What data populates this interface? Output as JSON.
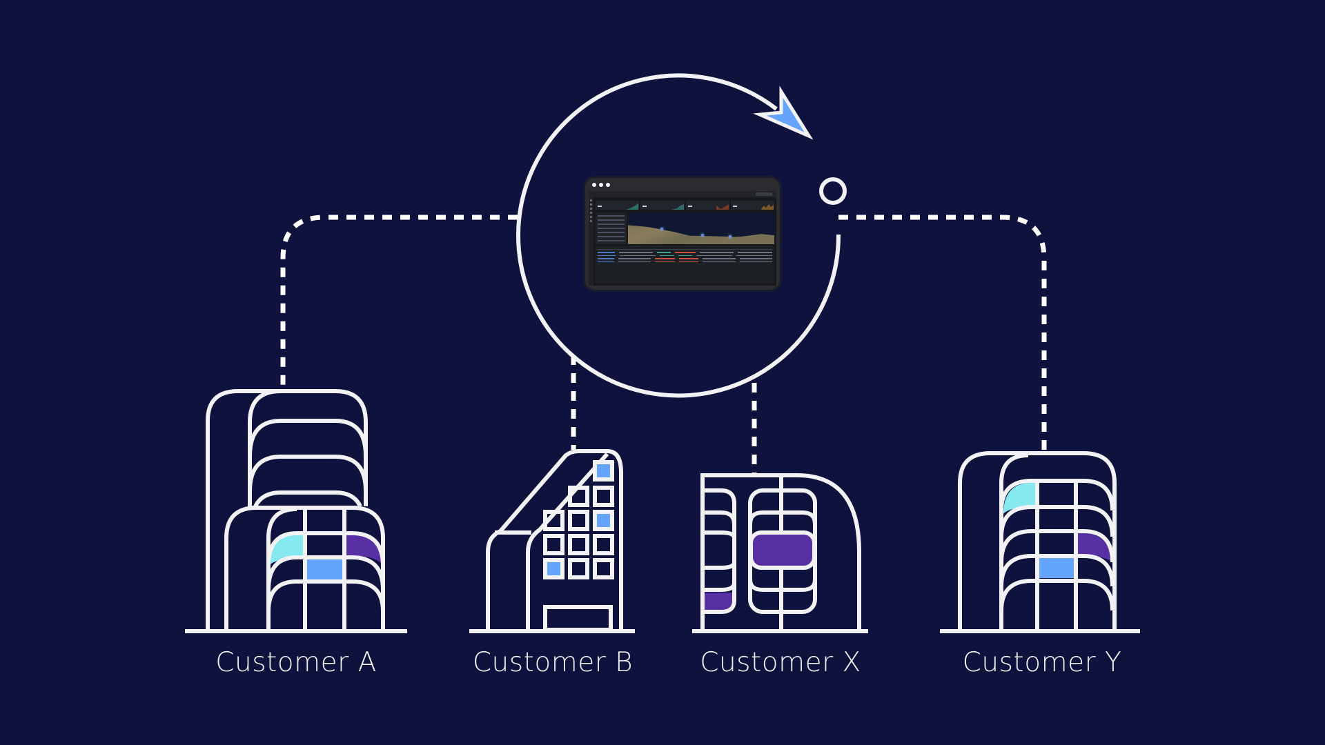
{
  "diagram": {
    "title": "Shared platform serving multiple customers",
    "hub": {
      "icon": "dashboard-screenshot",
      "cycle_icon": "refresh-cycle-arrow-icon"
    },
    "customers": [
      {
        "label": "Customer A",
        "icon": "office-building-icon"
      },
      {
        "label": "Customer B",
        "icon": "office-building-icon"
      },
      {
        "label": "Customer X",
        "icon": "office-building-icon"
      },
      {
        "label": "Customer Y",
        "icon": "office-building-icon"
      }
    ],
    "colors": {
      "background": "#0e123d",
      "line": "#f2f2f4",
      "accent_blue": "#64a4fc",
      "accent_cyan": "#86e9f0",
      "accent_purple": "#5730a3",
      "dashboard_frame": "#2c2c30"
    }
  }
}
